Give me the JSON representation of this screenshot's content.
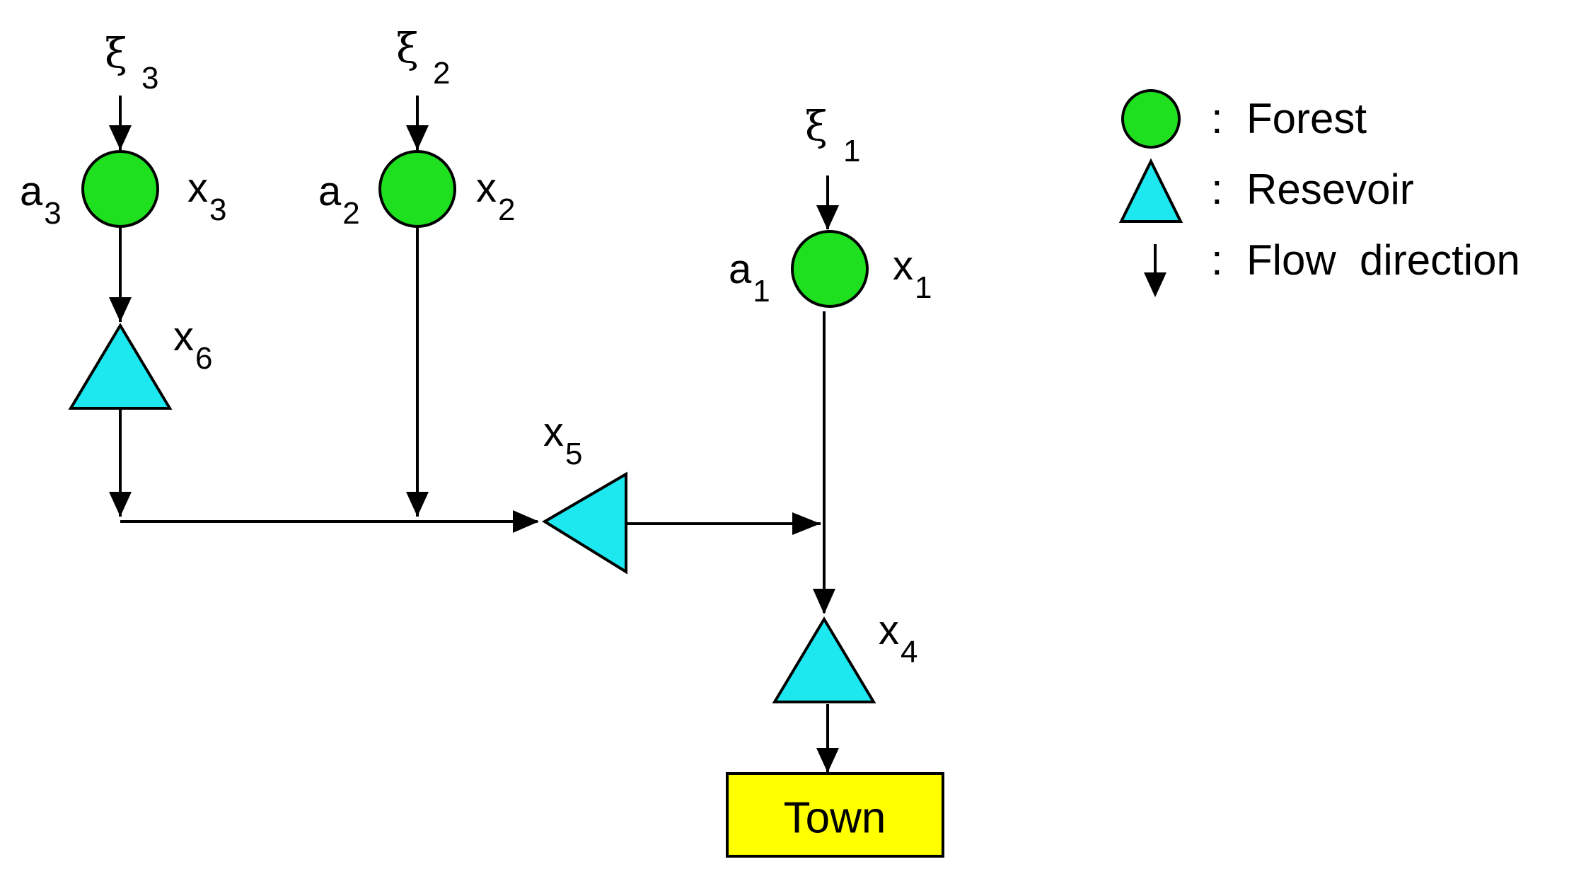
{
  "colors": {
    "forest": "#1ee01e",
    "reservoir": "#1de8f0",
    "town": "#ffff00",
    "stroke": "#000000"
  },
  "nodes": {
    "forest_1": {
      "area_base": "a",
      "area_sub": "1",
      "var_base": "x",
      "var_sub": "1",
      "input_base": "ξ",
      "input_sub": "1"
    },
    "forest_2": {
      "area_base": "a",
      "area_sub": "2",
      "var_base": "x",
      "var_sub": "2",
      "input_base": "ξ",
      "input_sub": "2"
    },
    "forest_3": {
      "area_base": "a",
      "area_sub": "3",
      "var_base": "x",
      "var_sub": "3",
      "input_base": "ξ",
      "input_sub": "3"
    },
    "reservoir_4": {
      "var_base": "x",
      "var_sub": "4"
    },
    "reservoir_5": {
      "var_base": "x",
      "var_sub": "5"
    },
    "reservoir_6": {
      "var_base": "x",
      "var_sub": "6"
    },
    "town": {
      "label": "Town"
    }
  },
  "legend": {
    "forest": "Forest",
    "reservoir": "Resevoir",
    "flow": "Flow  direction",
    "separator": ":"
  }
}
